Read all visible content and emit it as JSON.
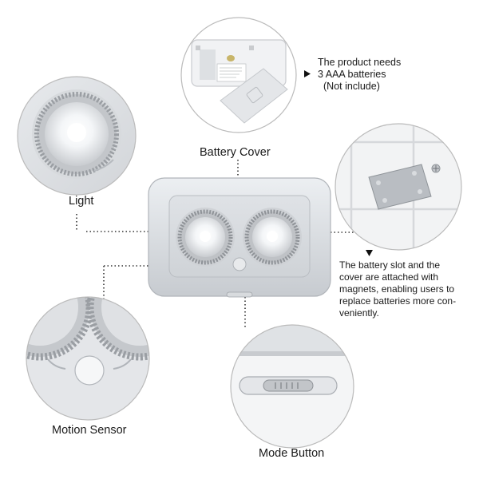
{
  "labels": {
    "battery_cover": "Battery Cover",
    "light": "Light",
    "motion_sensor": "Motion Sensor",
    "mode_button": "Mode Button"
  },
  "notes": {
    "battery": {
      "line1": "The product needs",
      "line2": "3 AAA batteries",
      "line3": "(Not include)"
    },
    "magnet": {
      "line1": "The battery slot and the",
      "line2": "cover are attached with",
      "line3": "magnets, enabling users to",
      "line4": "replace batteries more con-",
      "line5": "veniently."
    }
  },
  "icons": [
    "arrow-right-icon",
    "arrow-down-icon"
  ]
}
